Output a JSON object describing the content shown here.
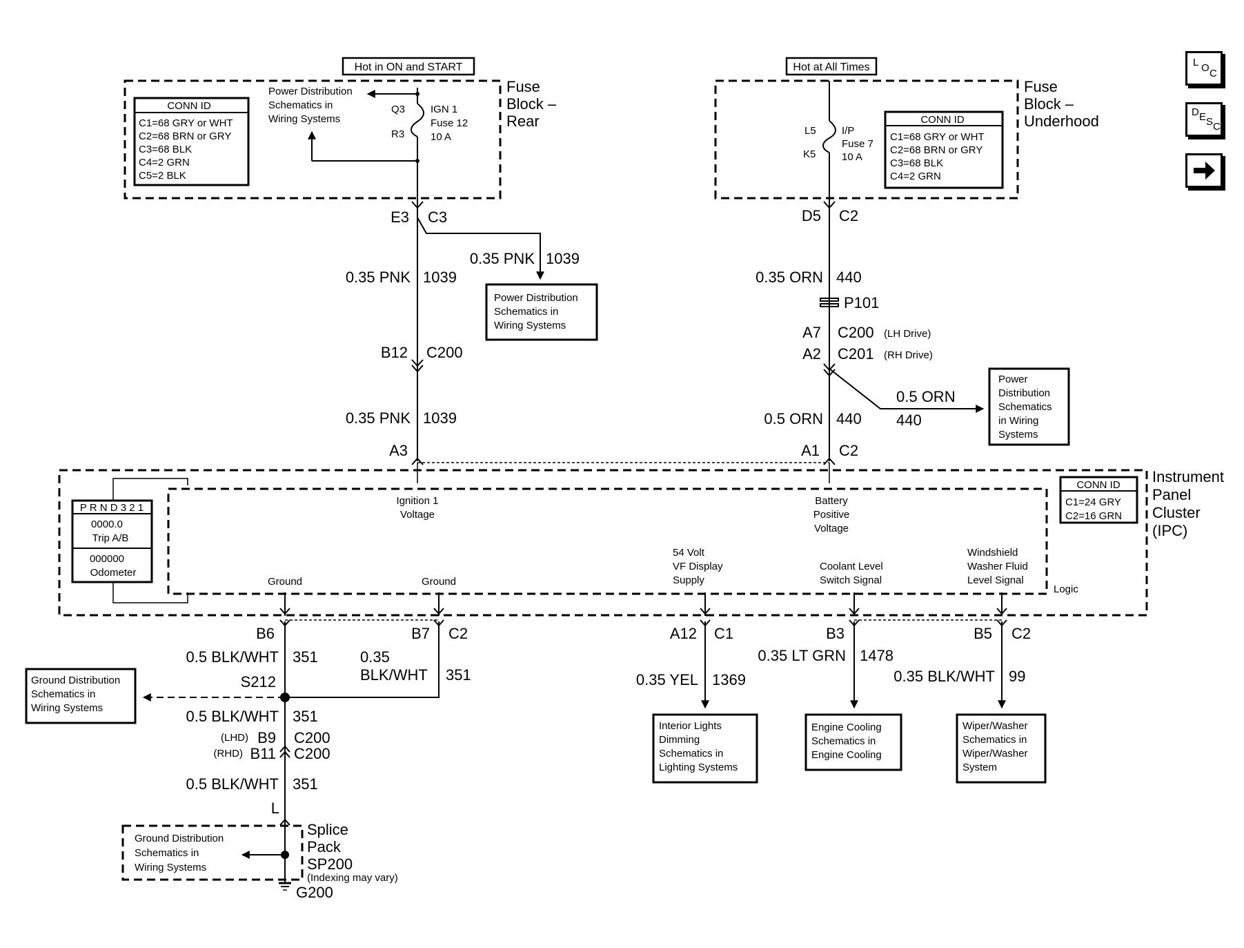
{
  "fuse_rear": {
    "hot_label": "Hot in ON and START",
    "title": [
      "Fuse",
      "Block –",
      "Rear"
    ],
    "conn_header": "CONN ID",
    "conn": [
      "C1=68 GRY or WHT",
      "C2=68 BRN or GRY",
      "C3=68 BLK",
      "C4=2 GRN",
      "C5=2 BLK"
    ],
    "pd_ref": [
      "Power Distribution",
      "Schematics in",
      "Wiring Systems"
    ],
    "q3": "Q3",
    "r3": "R3",
    "fuse": [
      "IGN 1",
      "Fuse 12",
      "10 A"
    ],
    "pin_e3": "E3",
    "conn_c3": "C3"
  },
  "fuse_under": {
    "hot_label": "Hot at All Times",
    "title": [
      "Fuse",
      "Block –",
      "Underhood"
    ],
    "conn_header": "CONN ID",
    "conn": [
      "C1=68 GRY or WHT",
      "C2=68 BRN or GRY",
      "C3=68 BLK",
      "C4=2 GRN"
    ],
    "l5": "L5",
    "k5": "K5",
    "fuse": [
      "I/P",
      "Fuse 7",
      "10 A"
    ],
    "pin_d5": "D5",
    "conn_c2": "C2"
  },
  "ign_circuit": {
    "branch_wire": "0.35 PNK",
    "branch_num": "1039",
    "pd_box": [
      "Power Distribution",
      "Schematics in",
      "Wiring Systems"
    ],
    "wire1": "0.35 PNK",
    "num1": "1039",
    "pin_b12": "B12",
    "conn_c200": "C200",
    "wire2": "0.35 PNK",
    "num2": "1039",
    "pin_a3": "A3"
  },
  "bat_circuit": {
    "wire1": "0.35 ORN",
    "num1": "440",
    "p101": "P101",
    "pin_a7": "A7",
    "conn_c200": "C200",
    "lh": "(LH Drive)",
    "pin_a2": "A2",
    "conn_c201": "C201",
    "rh": "(RH Drive)",
    "branch_wire": "0.5 ORN",
    "branch_num": "440",
    "pd_box": [
      "Power",
      "Distribution",
      "Schematics",
      "in Wiring",
      "Systems"
    ],
    "wire2": "0.5 ORN",
    "num2": "440",
    "pin_a1": "A1",
    "conn_c2": "C2"
  },
  "ipc": {
    "title": [
      "Instrument",
      "Panel",
      "Cluster",
      "(IPC)"
    ],
    "conn_header": "CONN ID",
    "conn": [
      "C1=24 GRY",
      "C2=16 GRN"
    ],
    "prnd": "P R N D 3 2 1",
    "trip": [
      "0000.0",
      "Trip A/B"
    ],
    "odo": [
      "000000",
      "Odometer"
    ],
    "ign_label": [
      "Ignition 1",
      "Voltage"
    ],
    "bat_label": [
      "Battery",
      "Positive",
      "Voltage"
    ],
    "ground1": "Ground",
    "ground2": "Ground",
    "vf_label": [
      "54 Volt",
      "VF Display",
      "Supply"
    ],
    "coolant_label": [
      "Coolant Level",
      "Switch Signal"
    ],
    "washer_label": [
      "Windshield",
      "Washer Fluid",
      "Level Signal"
    ],
    "logic": "Logic"
  },
  "ground_circuit": {
    "pin_b6": "B6",
    "pin_b7": "B7",
    "conn_c2": "C2",
    "wire1": "0.5 BLK/WHT",
    "num1": "351",
    "wire_b7": [
      "0.35",
      "BLK/WHT"
    ],
    "num_b7": "351",
    "splice": "S212",
    "gd_box": [
      "Ground Distribution",
      "Schematics in",
      "Wiring Systems"
    ],
    "wire2": "0.5 BLK/WHT",
    "num2": "351",
    "lhd": "(LHD)",
    "pin_b9": "B9",
    "conn1": "C200",
    "rhd": "(RHD)",
    "pin_b11": "B11",
    "conn2": "C200",
    "wire3": "0.5 BLK/WHT",
    "num3": "351",
    "pin_l": "L",
    "sp_box": [
      "Ground Distribution",
      "Schematics in",
      "Wiring Systems"
    ],
    "sp_title": [
      "Splice",
      "Pack",
      "SP200"
    ],
    "indexing": "(Indexing may vary)",
    "g200": "G200"
  },
  "vf_circuit": {
    "pin": "A12",
    "conn": "C1",
    "wire": "0.35 YEL",
    "num": "1369",
    "box": [
      "Interior Lights",
      "Dimming",
      "Schematics in",
      "Lighting Systems"
    ]
  },
  "coolant_circuit": {
    "pin": "B3",
    "wire": "0.35 LT GRN",
    "num": "1478",
    "box": [
      "Engine Cooling",
      "Schematics in",
      "Engine Cooling"
    ]
  },
  "washer_circuit": {
    "pin": "B5",
    "conn": "C2",
    "wire": "0.35 BLK/WHT",
    "num": "99",
    "box": [
      "Wiper/Washer",
      "Schematics in",
      "Wiper/Washer",
      "System"
    ]
  },
  "nav": {
    "loc": [
      "L",
      "O",
      "C"
    ],
    "desc": [
      "D",
      "E",
      "S",
      "C"
    ],
    "arrow": "right-arrow-icon"
  }
}
